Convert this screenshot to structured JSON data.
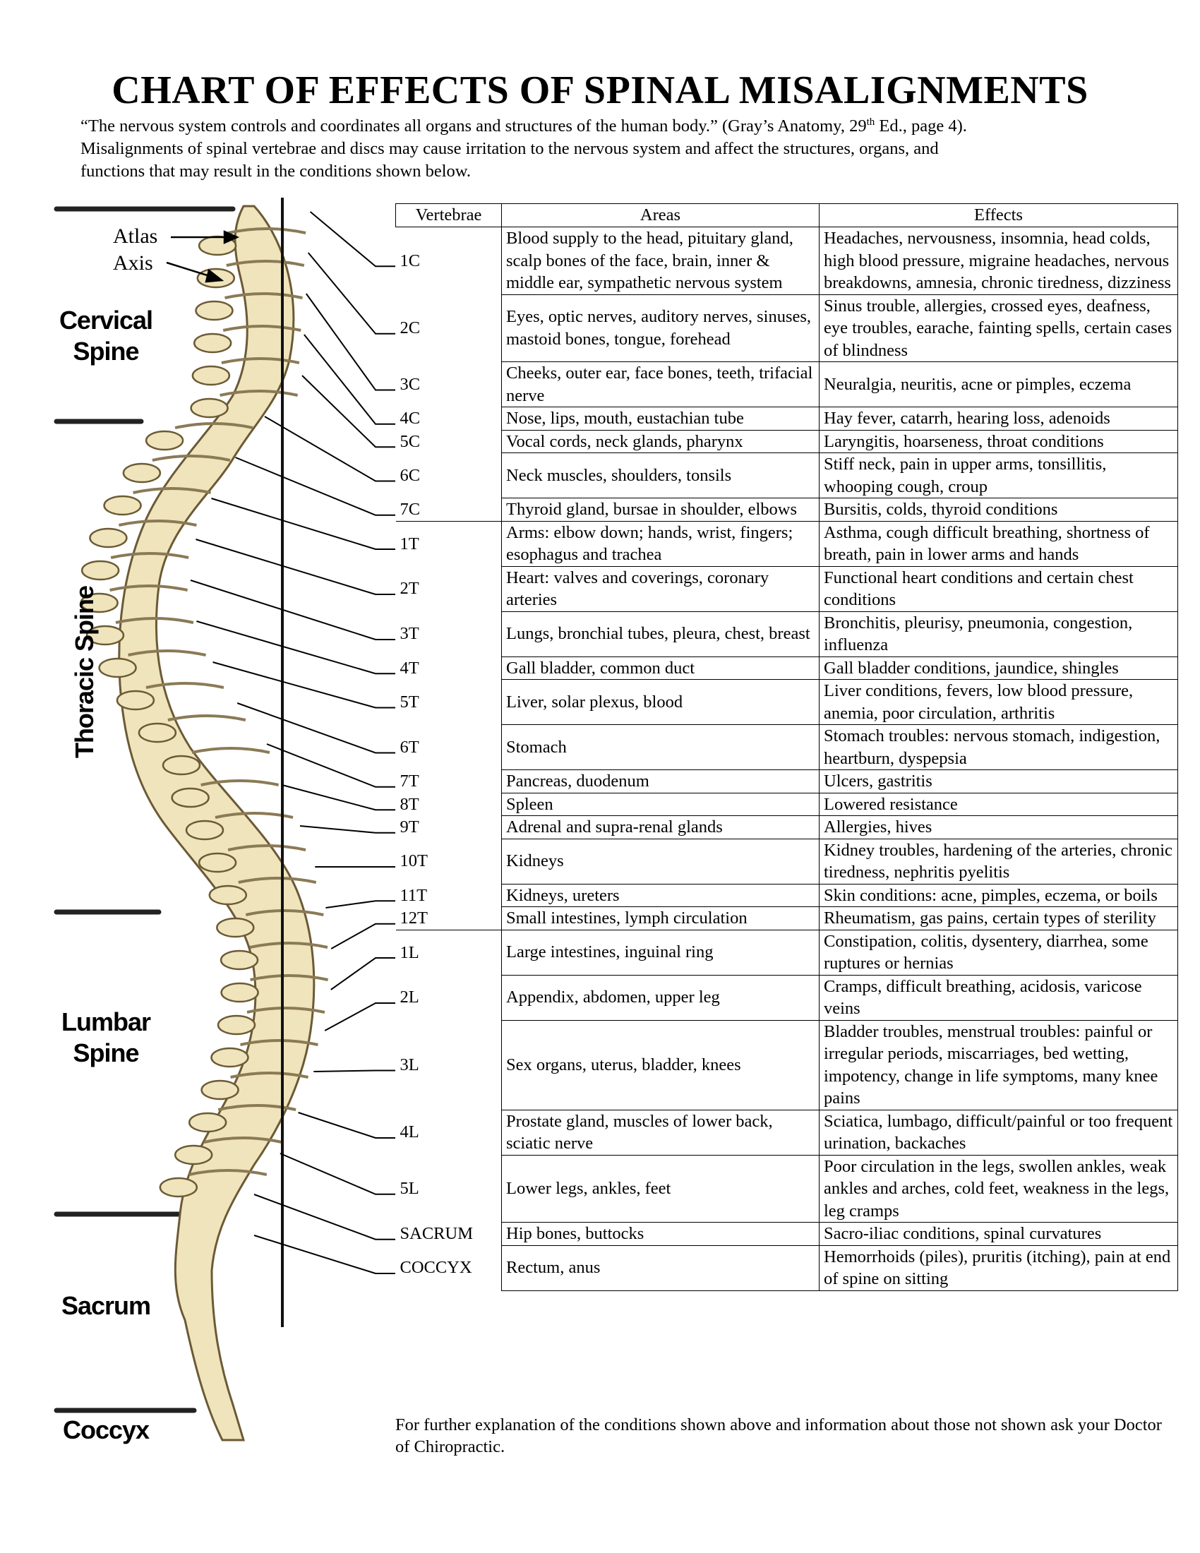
{
  "title": "CHART OF EFFECTS OF SPINAL MISALIGNMENTS",
  "intro": {
    "quote_part1": "“The nervous system controls and coordinates all organs and structures of the human body.” (Gray’s Anatomy, 29",
    "quote_sup": "th",
    "quote_part2": " Ed., page 4).",
    "line2": "Misalignments of spinal vertebrae and discs may cause irritation to the nervous system and affect the structures, organs, and",
    "line3": "functions that may result in the conditions shown below."
  },
  "figure": {
    "atlas": "Atlas",
    "axis": "Axis",
    "regions": {
      "cervical_1": "Cervical",
      "cervical_2": "Spine",
      "thoracic": "Thoracic Spine",
      "lumbar_1": "Lumbar",
      "lumbar_2": "Spine",
      "sacrum": "Sacrum",
      "coccyx": "Coccyx"
    }
  },
  "table": {
    "headers": [
      "Vertebrae",
      "Areas",
      "Effects"
    ],
    "rows": [
      {
        "v": "1C",
        "areas": "Blood supply to the head, pituitary gland, scalp bones of the face, brain, inner & middle ear, sympathetic nervous system",
        "effects": "Headaches, nervousness, insomnia, head colds, high blood pressure, migraine headaches, nervous breakdowns, amnesia, chronic tiredness, dizziness"
      },
      {
        "v": "2C",
        "areas": "Eyes, optic nerves, auditory nerves, sinuses, mastoid bones, tongue, forehead",
        "effects": "Sinus trouble, allergies, crossed eyes, deafness, eye troubles, earache, fainting spells, certain cases of blindness"
      },
      {
        "v": "3C",
        "areas": "Cheeks, outer ear, face bones, teeth, trifacial nerve",
        "effects": "Neuralgia, neuritis, acne or pimples, eczema"
      },
      {
        "v": "4C",
        "areas": "Nose, lips, mouth, eustachian tube",
        "effects": "Hay fever, catarrh, hearing loss, adenoids"
      },
      {
        "v": "5C",
        "areas": "Vocal cords, neck glands, pharynx",
        "effects": "Laryngitis, hoarseness, throat conditions"
      },
      {
        "v": "6C",
        "areas": "Neck muscles, shoulders, tonsils",
        "effects": "Stiff neck, pain in upper arms, tonsillitis, whooping cough, croup"
      },
      {
        "v": "7C",
        "areas": "Thyroid gland, bursae in shoulder, elbows",
        "effects": "Bursitis, colds, thyroid conditions"
      },
      {
        "v": "1T",
        "areas": "Arms: elbow down; hands, wrist, fingers; esophagus and trachea",
        "effects": "Asthma, cough difficult breathing, shortness of breath, pain in lower arms and hands"
      },
      {
        "v": "2T",
        "areas": "Heart: valves and coverings, coronary arteries",
        "effects": "Functional heart conditions and certain chest conditions"
      },
      {
        "v": "3T",
        "areas": "Lungs, bronchial tubes, pleura, chest, breast",
        "effects": "Bronchitis, pleurisy, pneumonia, congestion, influenza"
      },
      {
        "v": "4T",
        "areas": "Gall bladder, common duct",
        "effects": "Gall bladder conditions, jaundice, shingles"
      },
      {
        "v": "5T",
        "areas": "Liver, solar plexus, blood",
        "effects": "Liver conditions, fevers, low blood pressure, anemia, poor circulation, arthritis"
      },
      {
        "v": "6T",
        "areas": "Stomach",
        "effects": "Stomach troubles: nervous stomach, indigestion, heartburn, dyspepsia"
      },
      {
        "v": "7T",
        "areas": "Pancreas, duodenum",
        "effects": "Ulcers, gastritis"
      },
      {
        "v": "8T",
        "areas": "Spleen",
        "effects": "Lowered resistance"
      },
      {
        "v": "9T",
        "areas": "Adrenal and supra-renal glands",
        "effects": "Allergies, hives"
      },
      {
        "v": "10T",
        "areas": "Kidneys",
        "effects": "Kidney troubles, hardening of the arteries, chronic tiredness, nephritis pyelitis"
      },
      {
        "v": "11T",
        "areas": "Kidneys, ureters",
        "effects": "Skin conditions: acne, pimples, eczema, or boils"
      },
      {
        "v": "12T",
        "areas": "Small intestines, lymph circulation",
        "effects": "Rheumatism, gas pains, certain types of sterility"
      },
      {
        "v": "1L",
        "areas": "Large intestines, inguinal ring",
        "effects": "Constipation, colitis, dysentery, diarrhea, some ruptures or hernias"
      },
      {
        "v": "2L",
        "areas": "Appendix, abdomen, upper leg",
        "effects": "Cramps, difficult breathing, acidosis, varicose veins"
      },
      {
        "v": "3L",
        "areas": "Sex organs, uterus, bladder, knees",
        "effects": "Bladder troubles, menstrual troubles: painful or irregular periods, miscarriages, bed wetting, impotency, change in life symptoms, many knee pains"
      },
      {
        "v": "4L",
        "areas": "Prostate gland, muscles of lower back, sciatic nerve",
        "effects": "Sciatica, lumbago, difficult/painful or too frequent urination, backaches"
      },
      {
        "v": "5L",
        "areas": "Lower legs, ankles, feet",
        "effects": "Poor circulation in the legs, swollen ankles, weak ankles and arches, cold feet, weakness in the legs, leg cramps"
      },
      {
        "v": "SACRUM",
        "areas": "Hip bones, buttocks",
        "effects": "Sacro-iliac conditions, spinal curvatures"
      },
      {
        "v": "COCCYX",
        "areas": "Rectum, anus",
        "effects": "Hemorrhoids (piles), pruritis (itching), pain at end of spine on sitting"
      }
    ]
  },
  "footer": "For further explanation of the conditions shown above and information about those not shown ask your Doctor of Chiropractic."
}
